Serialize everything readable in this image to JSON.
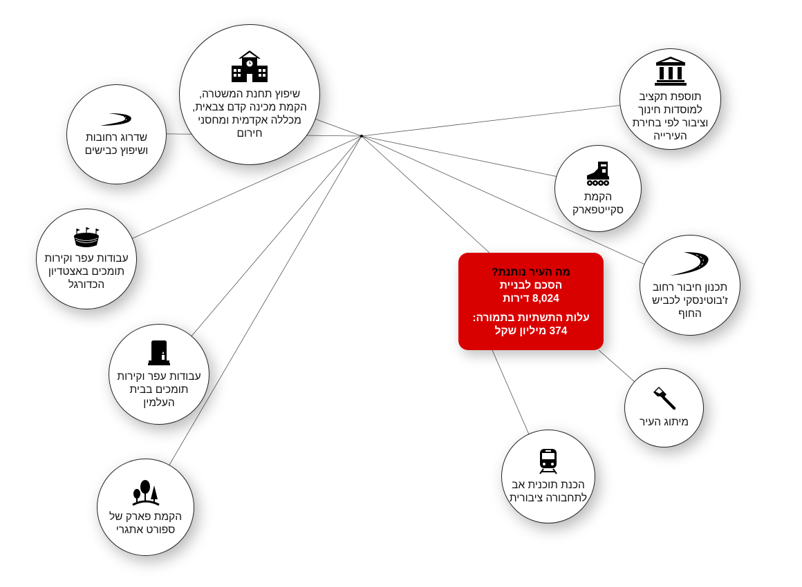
{
  "center": {
    "question": "מה העיר נותנת?",
    "line1": "הסכם לבניית",
    "line2": "8,024 דירות",
    "cost_label": "עלות התשתיות בתמורה:",
    "cost_value": "374 מיליון שקל",
    "color": "#d90000"
  },
  "nodes": {
    "police": {
      "icon": "school-building-icon",
      "label": "שיפוץ תחנת המשטרה, הקמת מכינה קדם צבאית, מכללה אקדמית ומחסני חירום"
    },
    "budget": {
      "icon": "institution-columns-icon",
      "label": "תוספת תקציב למוסדות חינוך וציבור לפי בחירת העירייה"
    },
    "roads": {
      "icon": "road-icon",
      "label": "שדרוג רחובות ושיפוץ כבישים"
    },
    "skate": {
      "icon": "roller-skate-icon",
      "label": "הקמת סקייטפארק"
    },
    "stadium": {
      "icon": "stadium-icon",
      "label": "עבודות עפר וקירות תומכים באצטדיון הכדורגל"
    },
    "zhabotinsky": {
      "icon": "road-icon",
      "label": "תכנון חיבור רחוב ז'בוטינסקי לכביש החוף"
    },
    "cemetery": {
      "icon": "tombstone-icon",
      "label": "עבודות עפר וקירות תומכים בבית העלמין"
    },
    "branding": {
      "icon": "paintbrush-icon",
      "label": "מיתוג העיר"
    },
    "transit": {
      "icon": "train-icon",
      "label": "הכנת תוכנית אב לתחבורה ציבורית"
    },
    "park": {
      "icon": "trees-icon",
      "label": "הקמת פארק של ספורט אתגרי"
    }
  }
}
